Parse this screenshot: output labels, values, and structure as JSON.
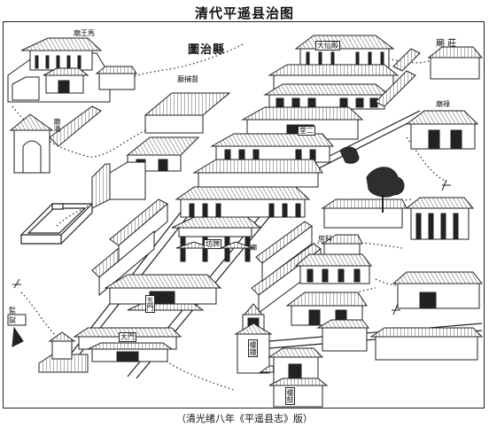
{
  "title": "清代平遥县治图",
  "map_title": "圖治縣",
  "caption": "（清光绪八年《平遥县志》版）",
  "labels": {
    "temple_nw": "廟王馬",
    "temple_ne": "廟 莊",
    "right_mid": "廟祿",
    "left_upper": "廟清",
    "upper_mid": "廳捕督",
    "hall_top": "大仙殿",
    "inner_hall": "堂二",
    "prison_left": "監\n獄",
    "gate_left": "五門",
    "pailou": "坊牌",
    "drum_tower": "樓鐘",
    "front_gate": "大門",
    "yard_right": "房科",
    "lane_right": "庫",
    "bottom_right": "樓鼓"
  }
}
